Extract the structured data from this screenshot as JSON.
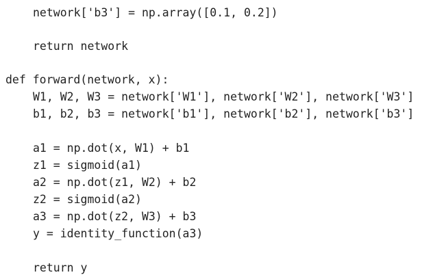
{
  "code": {
    "lines": [
      "network['b3'] = np.array([0.1, 0.2])",
      "return network",
      "def forward(network, x):",
      "W1, W2, W3 = network['W1'], network['W2'], network['W3']",
      "b1, b2, b3 = network['b1'], network['b2'], network['b3']",
      "a1 = np.dot(x, W1) + b1",
      "z1 = sigmoid(a1)",
      "a2 = np.dot(z1, W2) + b2",
      "z2 = sigmoid(a2)",
      "a3 = np.dot(z2, W3) + b3",
      "y = identity_function(a3)",
      "return y"
    ]
  }
}
